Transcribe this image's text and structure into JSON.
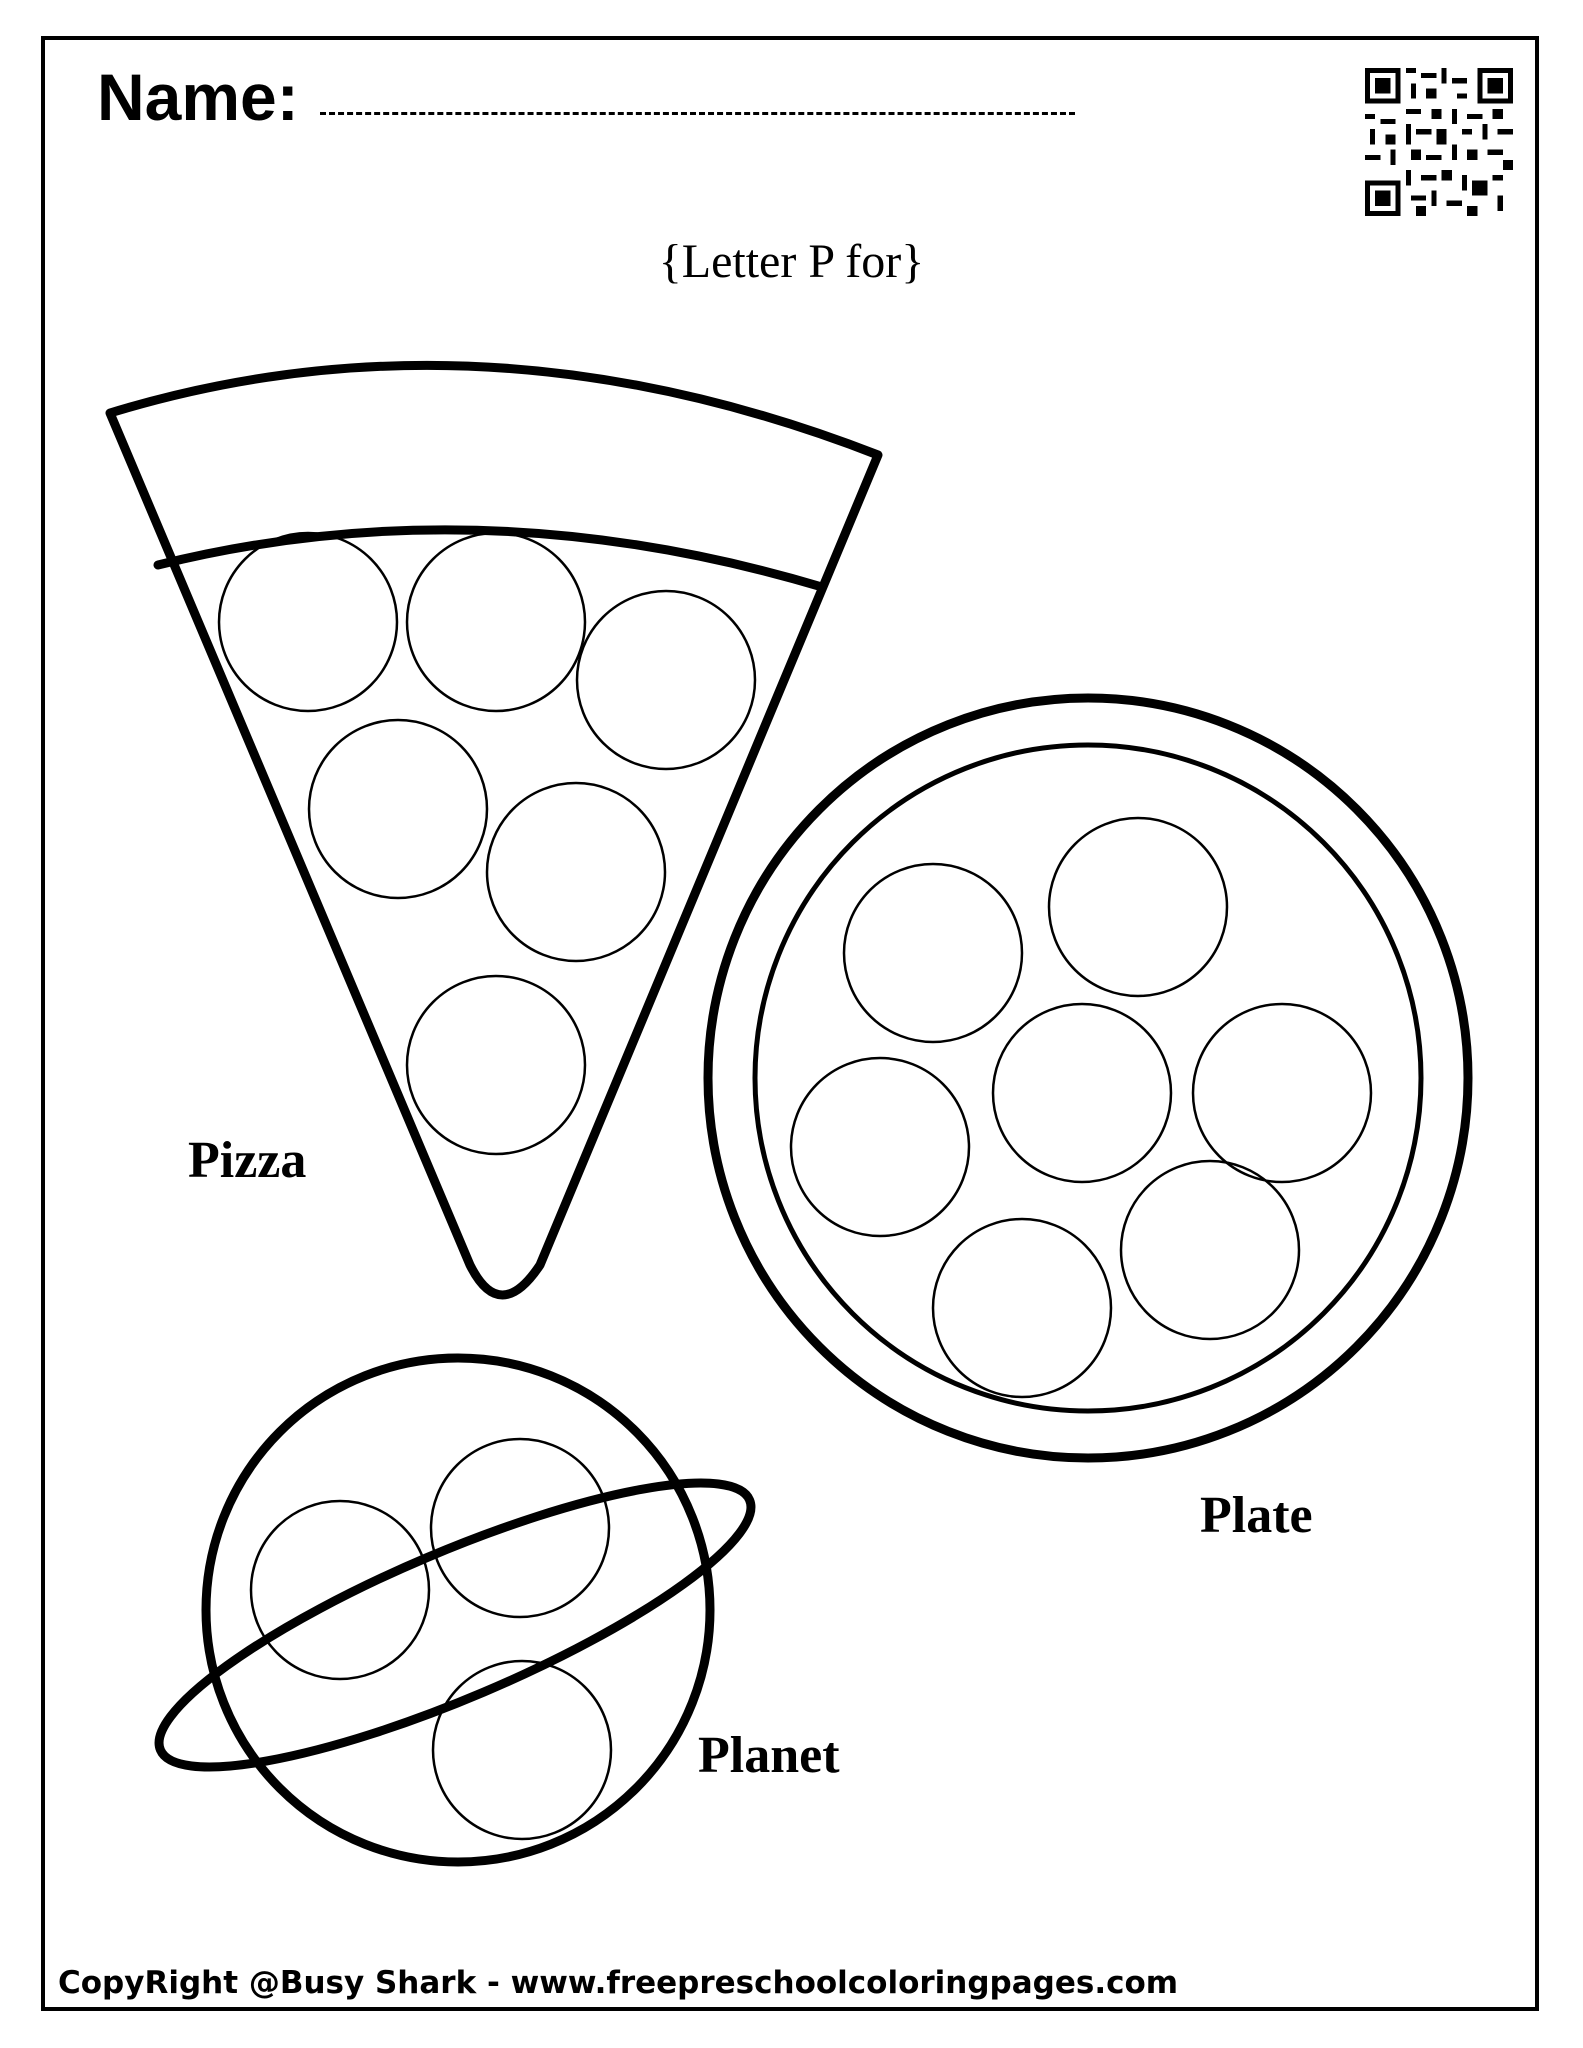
{
  "worksheet": {
    "name_label": "Name:",
    "subtitle": "{Letter P for}",
    "words": {
      "pizza": "Pizza",
      "plate": "Plate",
      "planet": "Planet"
    },
    "footer": "CopyRight @Busy Shark - www.freepreschoolcoloringpages.com"
  },
  "colors": {
    "ink": "#000000",
    "paper": "#ffffff"
  },
  "icons": {
    "qr": "qr-code-icon"
  }
}
